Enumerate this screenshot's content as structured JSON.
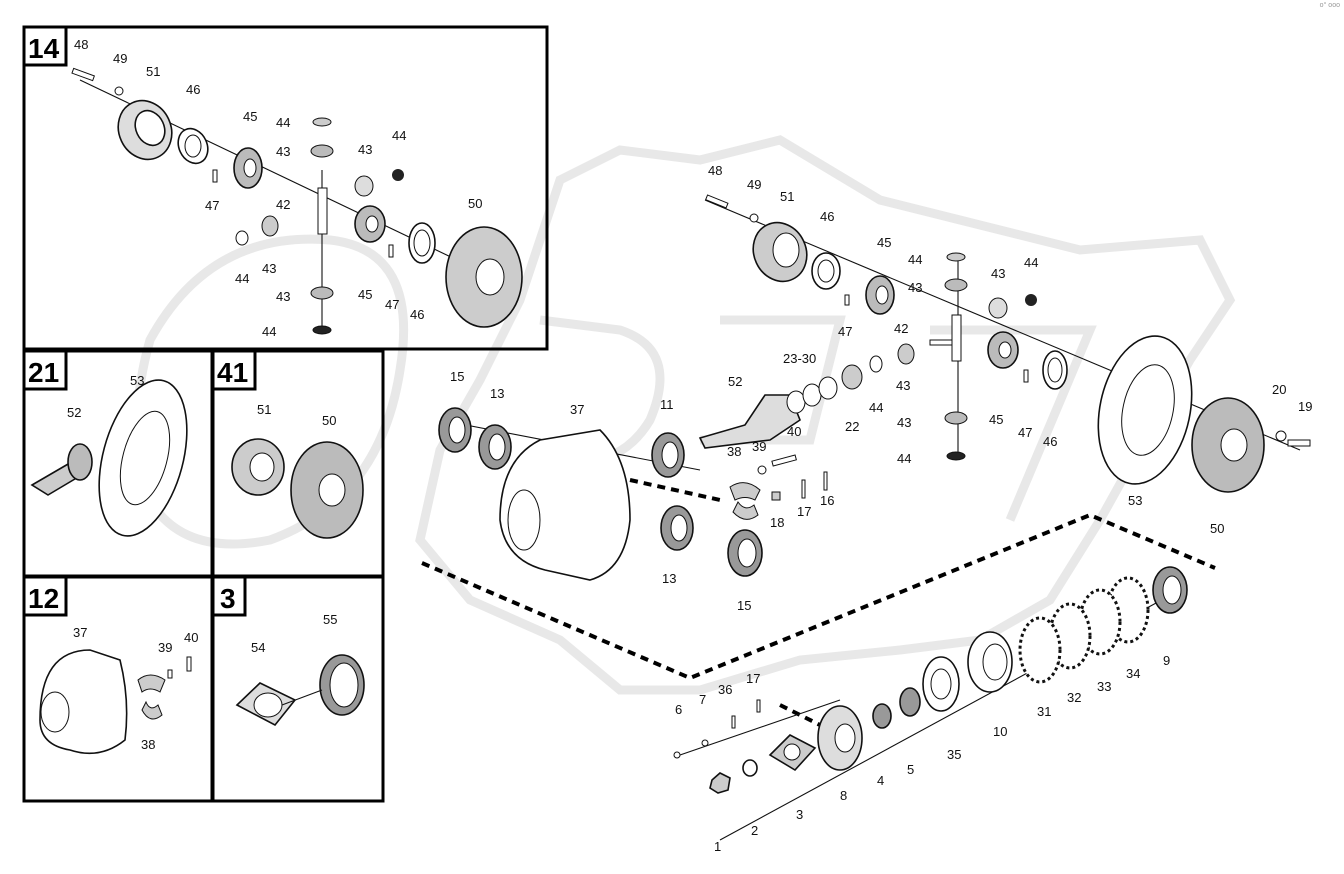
{
  "corner_mark": "o° ooo",
  "insets": [
    {
      "number": "14",
      "callouts": [
        "48",
        "49",
        "51",
        "46",
        "45",
        "44",
        "43",
        "43",
        "44",
        "47",
        "42",
        "44",
        "43",
        "50",
        "43",
        "45",
        "47",
        "46",
        "44"
      ]
    },
    {
      "number": "21",
      "callouts": [
        "53",
        "52"
      ]
    },
    {
      "number": "41",
      "callouts": [
        "51",
        "50"
      ]
    },
    {
      "number": "12",
      "callouts": [
        "37",
        "39",
        "40",
        "38"
      ]
    },
    {
      "number": "3",
      "callouts": [
        "54",
        "55"
      ]
    }
  ],
  "main_callouts": [
    "48",
    "49",
    "51",
    "46",
    "45",
    "44",
    "43",
    "43",
    "44",
    "42",
    "47",
    "45",
    "47",
    "46",
    "43",
    "44",
    "23-30",
    "52",
    "22",
    "44",
    "43",
    "15",
    "13",
    "37",
    "11",
    "39",
    "40",
    "38",
    "16",
    "17",
    "18",
    "53",
    "20",
    "19",
    "50",
    "13",
    "15",
    "9",
    "34",
    "33",
    "32",
    "31",
    "10",
    "35",
    "5",
    "4",
    "8",
    "3",
    "2",
    "1",
    "6",
    "7",
    "36",
    "17"
  ]
}
